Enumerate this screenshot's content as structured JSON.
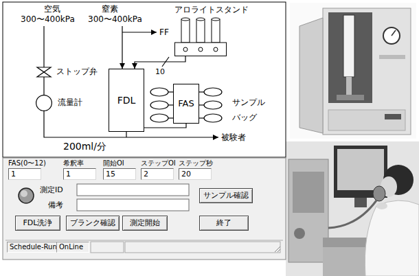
{
  "diagram": {
    "nodes": [
      {
        "text": [
          "ストップ弁"
        ]
      },
      {
        "text": [
          "流量計"
        ]
      },
      {
        "text": [
          "FDL"
        ]
      },
      {
        "text": [
          "アロライトスタンド"
        ]
      },
      {
        "text": [
          "FAS"
        ]
      },
      {
        "text": [
          "1"
        ]
      },
      {
        "text": [
          "1"
        ]
      },
      {
        "text": [
          "15"
        ]
      },
      {
        "text": [
          "2"
        ]
      },
      {
        "text": [
          "20"
        ]
      },
      {
        "text": [
          "サンプル確認"
        ]
      },
      {
        "text": [
          "FDL洗浄"
        ]
      },
      {
        "text": [
          "ブランク確認"
        ]
      },
      {
        "text": [
          "測定開始"
        ]
      },
      {
        "text": [
          "終了"
        ]
      },
      {
        "text": [
          "Schedule-Run"
        ]
      },
      {
        "text": [
          "OnLine"
        ]
      }
    ],
    "edges": [
      {
        "from": 0,
        "to": 1,
        "arrow": "none"
      },
      {
        "from": 3,
        "to": 2,
        "arrow": "to"
      },
      {
        "from": 2,
        "to": 4,
        "arrow": "none"
      }
    ],
    "labels": [
      "空気",
      "300〜400kPa",
      "窒素",
      "300〜400kPa",
      "FF",
      "10",
      "サンプル バッグ",
      "被験者",
      "200ml/分",
      "FAS(0〜12)",
      "希釈率",
      "開始OI",
      "ステップOI",
      "ステップ秒",
      "測定ID",
      "備考"
    ]
  }
}
